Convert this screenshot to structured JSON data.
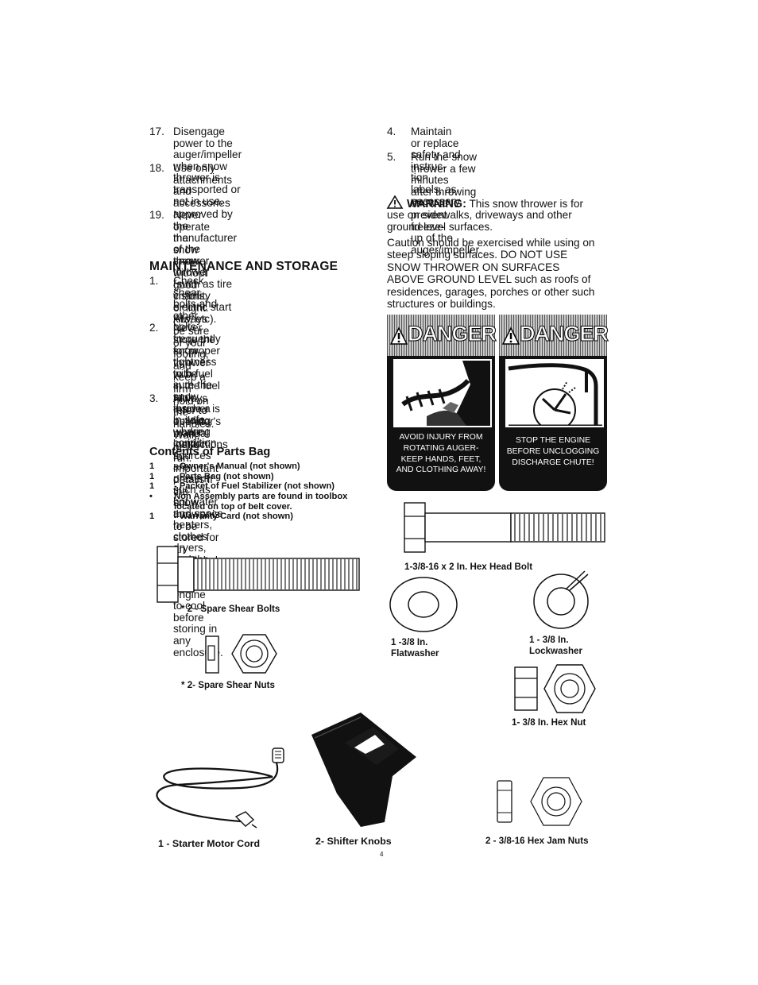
{
  "left_column": {
    "safety_items": [
      {
        "num": "17.",
        "text": "Disengage power to the auger/impeller\nwhen snow thrower is transported or\nnot in use."
      },
      {
        "num": "18.",
        "text": "Use only attachments and accessories\napproved by the manufacturer of the\nsnow thrower (such as tire chains,\nelectric start kits, etc)."
      },
      {
        "num": "19.",
        "text": "Never operate the snow thrower\nwithout good visibility or light. Always\nbe sure of your footing, and keep a firm\n hold on the handles. Walk; never run."
      }
    ],
    "maintenance_heading": "MAINTENANCE AND STORAGE",
    "maintenance_items": [
      {
        "num": "1.",
        "text": "Check shear bolts and other bolts\nfrequently for proper tightness to be\nsure the snow thrower is in safe\nworking  condition."
      },
      {
        "num": "2.",
        "text": "Never store the snow thrower with fuel\n in the fuel tank inside a building where\n ignition sources are present such as\nhot  water and space heaters, clothes\n dryers, and the like. Allow the engine\nto cool before storing in any enclosure."
      },
      {
        "num": "3.",
        "text": "Always refer to operator's manual\ninstructions for important details if the\nsnow thrower is to be stored for an\nextended period."
      }
    ],
    "contents_heading": "Contents of Parts Bag",
    "parts_list": [
      {
        "qty": "1",
        "text": "- Owner's Manual (not shown)"
      },
      {
        "qty": "1",
        "text": "- Parts Bag (not shown)"
      },
      {
        "qty": "1",
        "text": "- Packet of Fuel Stabilizer (not shown)"
      },
      {
        "qty": "•",
        "text": "Non Assembly parts are found in toolbox\nlocated on top of belt cover."
      },
      {
        "qty": "1",
        "text": "- Warranty Card (not shown)"
      }
    ]
  },
  "right_column": {
    "items": [
      {
        "num": "4.",
        "text": "Maintain or replace safety and instruc-\ntion labels, as necessary."
      },
      {
        "num": "5.",
        "text": "Run the snow thrower a few minutes\nafter throwing snow to prevent freeze-\nup of the auger/impeller."
      }
    ],
    "warning_label": "WARNING:",
    "warning_text": " This snow thrower is for",
    "warning_rest": "use on sidewalks, driveways and other\nground level surfaces.",
    "caution_text": "Caution should be exercised while using on\nsteep sloping surfaces. DO NOT USE\nSNOW THROWER ON SURFACES\nABOVE GROUND LEVEL such as roofs of\nresidences, garages, porches or other such\nstructures or buildings."
  },
  "danger_labels": [
    {
      "header": "DANGER",
      "message": "AVOID INJURY FROM\nROTATING AUGER-\nKEEP HANDS, FEET,\nAND CLOTHING AWAY!"
    },
    {
      "header": "DANGER",
      "message": "STOP THE ENGINE\nBEFORE UNCLOGGING\nDISCHARGE CHUTE!"
    }
  ],
  "captions": {
    "hex_head_bolt": "1-3/8-16 x 2 In. Hex Head Bolt",
    "shear_bolts": "* 2 - Spare Shear Bolts",
    "flatwasher": "1 -3/8 In.\nFlatwasher",
    "lockwasher": "1 - 3/8 In.\nLockwasher",
    "shear_nuts": "* 2- Spare Shear Nuts",
    "hex_nut": "1- 3/8 In. Hex Nut",
    "starter_cord": "1 - Starter Motor Cord",
    "shifter_knobs": "2- Shifter Knobs",
    "jam_nuts": "2 - 3/8-16 Hex Jam Nuts"
  },
  "page_number": "4",
  "icons": {
    "warning": "warning-triangle-icon",
    "danger": "danger-triangle-icon"
  }
}
